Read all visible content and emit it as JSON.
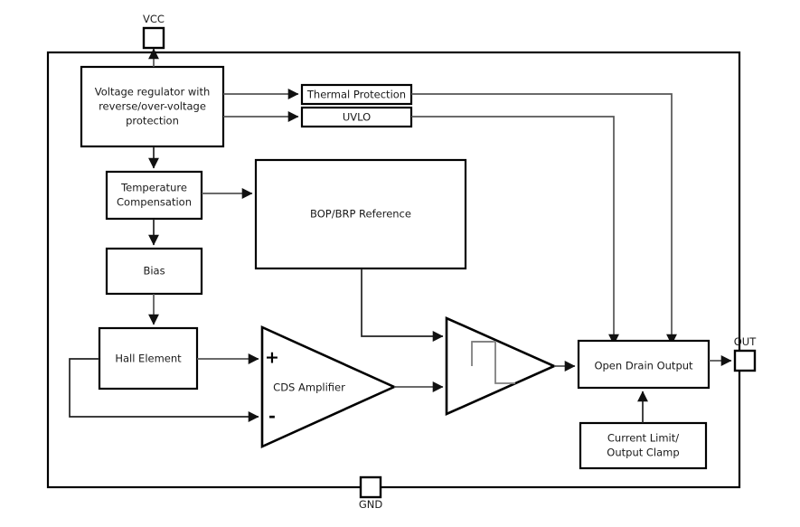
{
  "diagram": {
    "title": "Hall effect switch functional block diagram",
    "background_color": "#ffffff",
    "line_color": "#555555",
    "box_stroke_color": "#000000",
    "text_color": "#1a1a1a",
    "pins": [
      {
        "name": "vcc",
        "label": "VCC"
      },
      {
        "name": "out",
        "label": "OUT"
      },
      {
        "name": "gnd",
        "label": "GND"
      }
    ],
    "blocks": [
      {
        "name": "voltage-regulator",
        "label": "Voltage regulator with\nreverse/over-voltage\nprotection",
        "lines": [
          "Voltage regulator with",
          "reverse/over-voltage",
          "protection"
        ]
      },
      {
        "name": "thermal-protection",
        "label": "Thermal Protection",
        "lines": [
          "Thermal Protection"
        ]
      },
      {
        "name": "uvlo",
        "label": "UVLO",
        "lines": [
          "UVLO"
        ]
      },
      {
        "name": "temperature-compensation",
        "label": "Temperature Compensation",
        "lines": [
          "Temperature",
          "Compensation"
        ]
      },
      {
        "name": "bop-brp-reference",
        "label": "BOP/BRP Reference",
        "lines": [
          "BOP/BRP Reference"
        ]
      },
      {
        "name": "bias",
        "label": "Bias",
        "lines": [
          "Bias"
        ]
      },
      {
        "name": "hall-element",
        "label": "Hall Element",
        "lines": [
          "Hall Element"
        ]
      },
      {
        "name": "cds-amplifier",
        "label": "CDS Amplifier",
        "lines": [
          "CDS Amplifier"
        ],
        "shape": "triangle",
        "input_plus": "+",
        "input_minus": "-"
      },
      {
        "name": "comparator",
        "label": "",
        "lines": [],
        "shape": "triangle",
        "symbol": "hysteresis"
      },
      {
        "name": "open-drain-output",
        "label": "Open Drain Output",
        "lines": [
          "Open Drain Output"
        ]
      },
      {
        "name": "current-limit-output-clamp",
        "label": "Current Limit/ Output Clamp",
        "lines": [
          "Current Limit/",
          "Output Clamp"
        ]
      }
    ],
    "text": {
      "vcc": "VCC",
      "out": "OUT",
      "gnd": "GND",
      "vreg_l1": "Voltage regulator with",
      "vreg_l2": "reverse/over-voltage",
      "vreg_l3": "protection",
      "thermal": "Thermal Protection",
      "uvlo": "UVLO",
      "tempcomp_l1": "Temperature",
      "tempcomp_l2": "Compensation",
      "bopbrp": "BOP/BRP Reference",
      "bias": "Bias",
      "hall": "Hall Element",
      "cds": "CDS Amplifier",
      "plus": "+",
      "minus": "-",
      "odo": "Open Drain Output",
      "clamp_l1": "Current Limit/",
      "clamp_l2": "Output Clamp"
    }
  }
}
